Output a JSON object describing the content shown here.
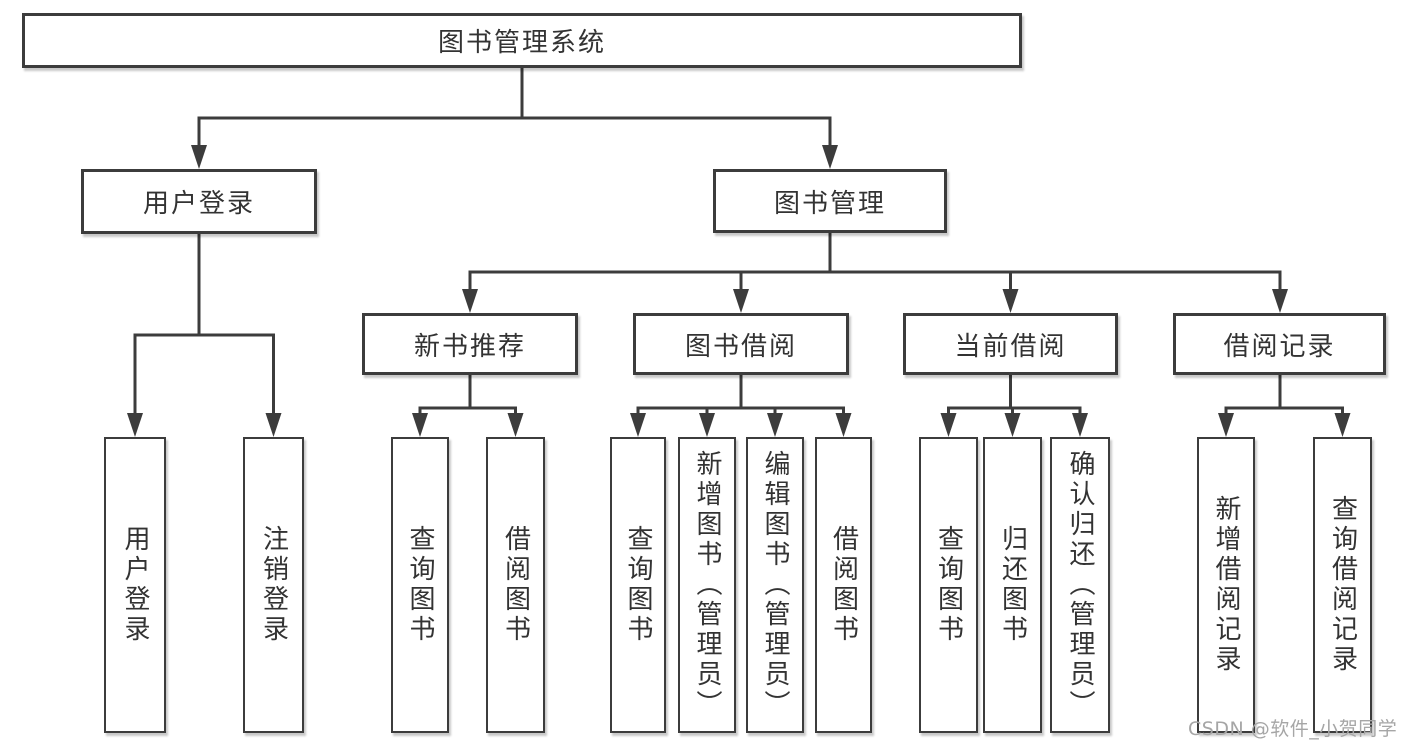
{
  "colors": {
    "background": "#ffffff",
    "box_bg": "#ffffff",
    "line": "#3c3c3c",
    "text": "#333333",
    "watermark": "#a6a6a6"
  },
  "tree": {
    "label": "图书管理系统",
    "children": [
      {
        "label": "用户登录",
        "children": [
          {
            "label": "用户登录"
          },
          {
            "label": "注销登录"
          }
        ]
      },
      {
        "label": "图书管理",
        "children": [
          {
            "label": "新书推荐",
            "children": [
              {
                "label": "查询图书"
              },
              {
                "label": "借阅图书"
              }
            ]
          },
          {
            "label": "图书借阅",
            "children": [
              {
                "label": "查询图书"
              },
              {
                "label": "新增图书（管理员）"
              },
              {
                "label": "编辑图书（管理员）"
              },
              {
                "label": "借阅图书"
              }
            ]
          },
          {
            "label": "当前借阅",
            "children": [
              {
                "label": "查询图书"
              },
              {
                "label": "归还图书"
              },
              {
                "label": "确认归还（管理员）"
              }
            ]
          },
          {
            "label": "借阅记录",
            "children": [
              {
                "label": "新增借阅记录"
              },
              {
                "label": "查询借阅记录"
              }
            ]
          }
        ]
      }
    ]
  },
  "watermark": {
    "text": "CSDN @软件_小贺同学"
  }
}
